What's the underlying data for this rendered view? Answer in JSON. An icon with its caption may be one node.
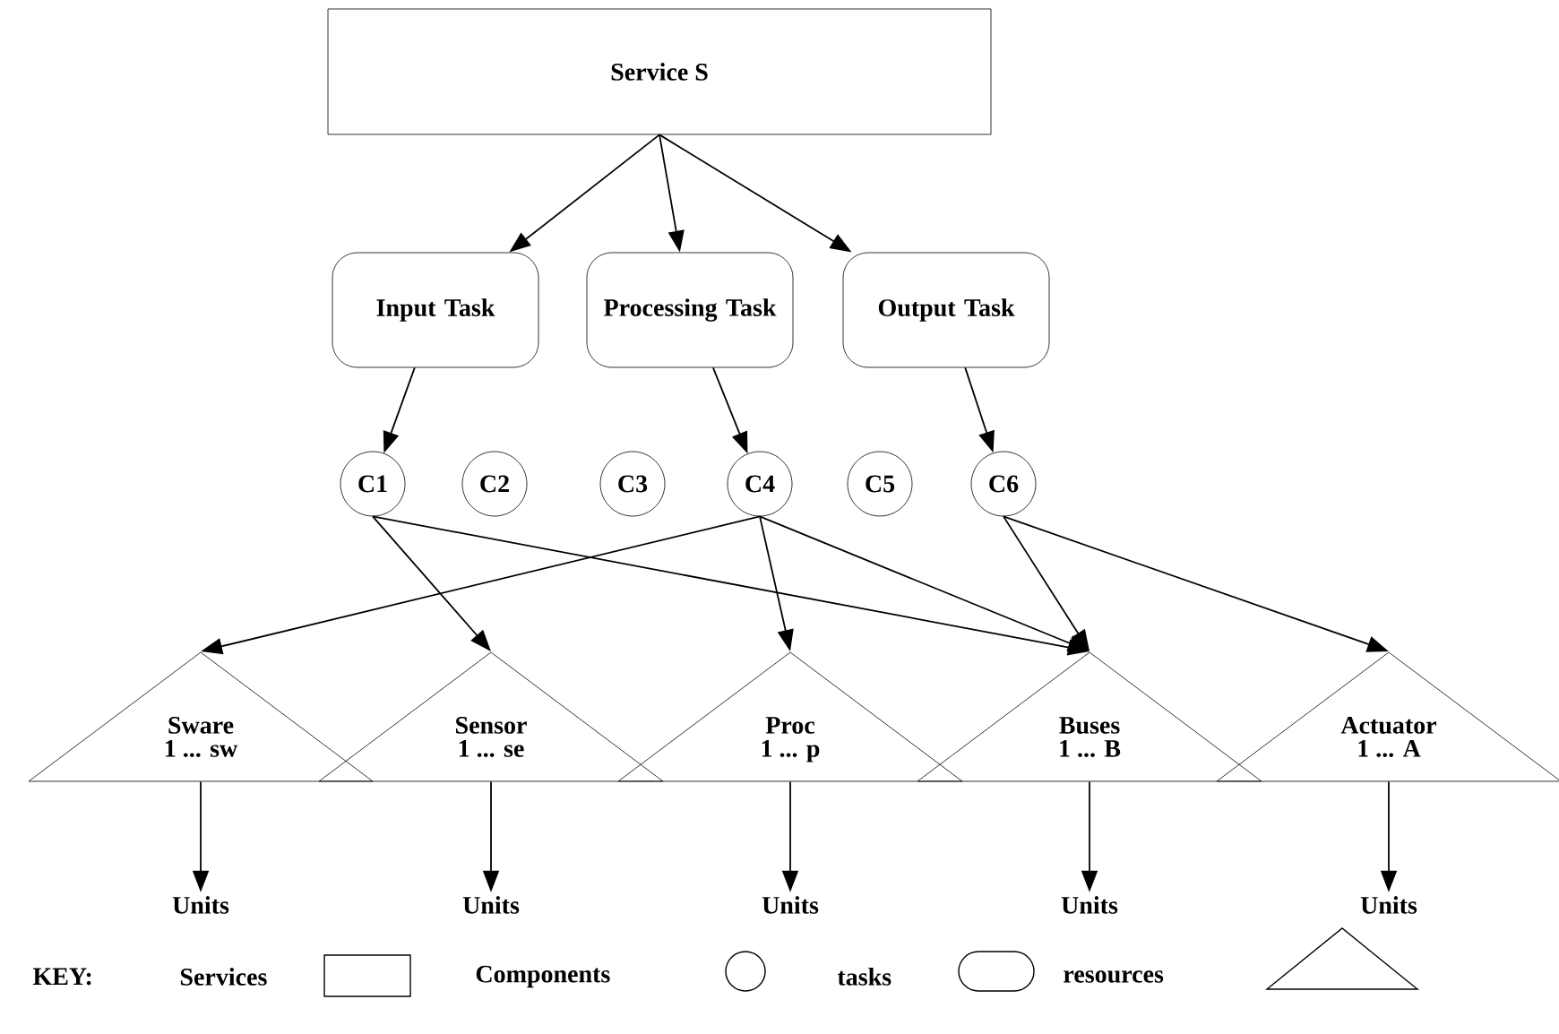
{
  "diagram": {
    "nodes": [
      {
        "text": [
          "Service S"
        ]
      },
      {
        "text": [
          "Input Task"
        ]
      },
      {
        "text": [
          "Processing Task"
        ]
      },
      {
        "text": [
          "Output Task"
        ]
      },
      {
        "text": [
          "C1"
        ]
      },
      {
        "text": [
          "C2"
        ]
      },
      {
        "text": [
          "C3"
        ]
      },
      {
        "text": [
          "C4"
        ]
      },
      {
        "text": [
          "C5"
        ]
      },
      {
        "text": [
          "C6"
        ]
      },
      {
        "text": [
          "Sware",
          "1 ... sw"
        ]
      },
      {
        "text": [
          "Sensor",
          "1 ... se"
        ]
      },
      {
        "text": [
          "Proc",
          "1 ... p"
        ]
      },
      {
        "text": [
          "Buses",
          "1 ... B"
        ]
      },
      {
        "text": [
          "Actuator",
          "1 ... A"
        ]
      },
      {
        "text": [
          "Units"
        ]
      },
      {
        "text": [
          "Units"
        ]
      },
      {
        "text": [
          "Units"
        ]
      },
      {
        "text": [
          "Units"
        ]
      },
      {
        "text": [
          "Units"
        ]
      }
    ],
    "edges": [
      {
        "from": 0,
        "to": 1,
        "arrow": "to"
      },
      {
        "from": 0,
        "to": 2,
        "arrow": "to"
      },
      {
        "from": 0,
        "to": 3,
        "arrow": "to"
      },
      {
        "from": 1,
        "to": 4,
        "arrow": "to"
      },
      {
        "from": 2,
        "to": 7,
        "arrow": "to"
      },
      {
        "from": 3,
        "to": 9,
        "arrow": "to"
      },
      {
        "from": 4,
        "to": 11,
        "arrow": "to"
      },
      {
        "from": 4,
        "to": 13,
        "arrow": "to"
      },
      {
        "from": 7,
        "to": 10,
        "arrow": "to"
      },
      {
        "from": 7,
        "to": 12,
        "arrow": "to"
      },
      {
        "from": 7,
        "to": 13,
        "arrow": "to"
      },
      {
        "from": 9,
        "to": 13,
        "arrow": "to"
      },
      {
        "from": 9,
        "to": 14,
        "arrow": "to"
      },
      {
        "from": 10,
        "to": 15,
        "arrow": "to"
      },
      {
        "from": 11,
        "to": 16,
        "arrow": "to"
      },
      {
        "from": 12,
        "to": 17,
        "arrow": "to"
      },
      {
        "from": 13,
        "to": 18,
        "arrow": "to"
      },
      {
        "from": 14,
        "to": 19,
        "arrow": "to"
      }
    ],
    "labels": [
      "KEY:"
    ],
    "legend": [
      {
        "text": "Services"
      },
      {
        "text": "Components"
      },
      {
        "text": "tasks"
      },
      {
        "text": "resources"
      }
    ]
  }
}
